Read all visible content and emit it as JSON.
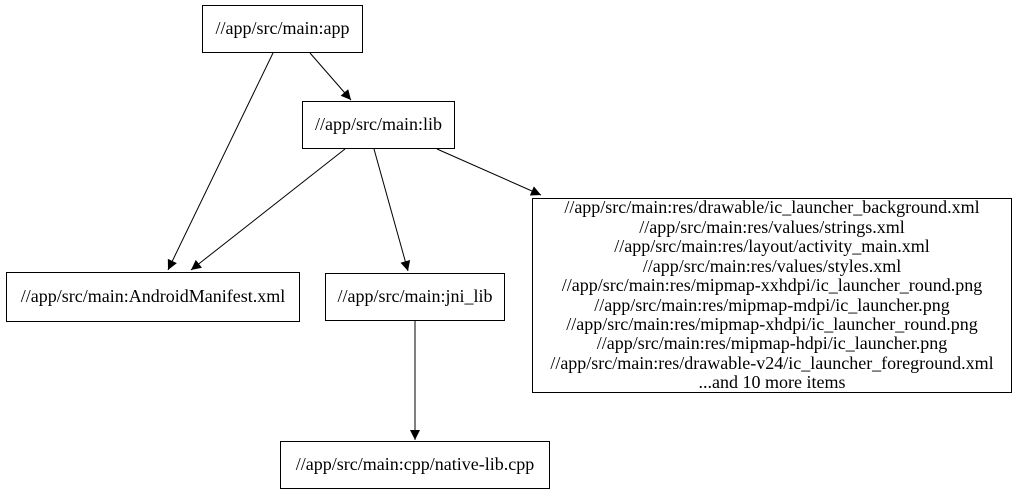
{
  "diagram": {
    "type": "dependency-graph",
    "colors": {
      "background": "#ffffff",
      "node_border": "#000000",
      "edge": "#000000",
      "text": "#000000"
    },
    "nodes": {
      "app": {
        "label": "//app/src/main:app"
      },
      "lib": {
        "label": "//app/src/main:lib"
      },
      "manifest": {
        "label": "//app/src/main:AndroidManifest.xml"
      },
      "jni_lib": {
        "label": "//app/src/main:jni_lib"
      },
      "cpp": {
        "label": "//app/src/main:cpp/native-lib.cpp"
      },
      "res_group": {
        "lines": [
          "//app/src/main:res/drawable/ic_launcher_background.xml",
          "//app/src/main:res/values/strings.xml",
          "//app/src/main:res/layout/activity_main.xml",
          "//app/src/main:res/values/styles.xml",
          "//app/src/main:res/mipmap-xxhdpi/ic_launcher_round.png",
          "//app/src/main:res/mipmap-mdpi/ic_launcher.png",
          "//app/src/main:res/mipmap-xhdpi/ic_launcher_round.png",
          "//app/src/main:res/mipmap-hdpi/ic_launcher.png",
          "//app/src/main:res/drawable-v24/ic_launcher_foreground.xml",
          "...and 10 more items"
        ]
      }
    },
    "edges": [
      {
        "from": "app",
        "to": "lib"
      },
      {
        "from": "app",
        "to": "manifest"
      },
      {
        "from": "lib",
        "to": "manifest"
      },
      {
        "from": "lib",
        "to": "jni_lib"
      },
      {
        "from": "lib",
        "to": "res_group"
      },
      {
        "from": "jni_lib",
        "to": "cpp"
      }
    ]
  }
}
